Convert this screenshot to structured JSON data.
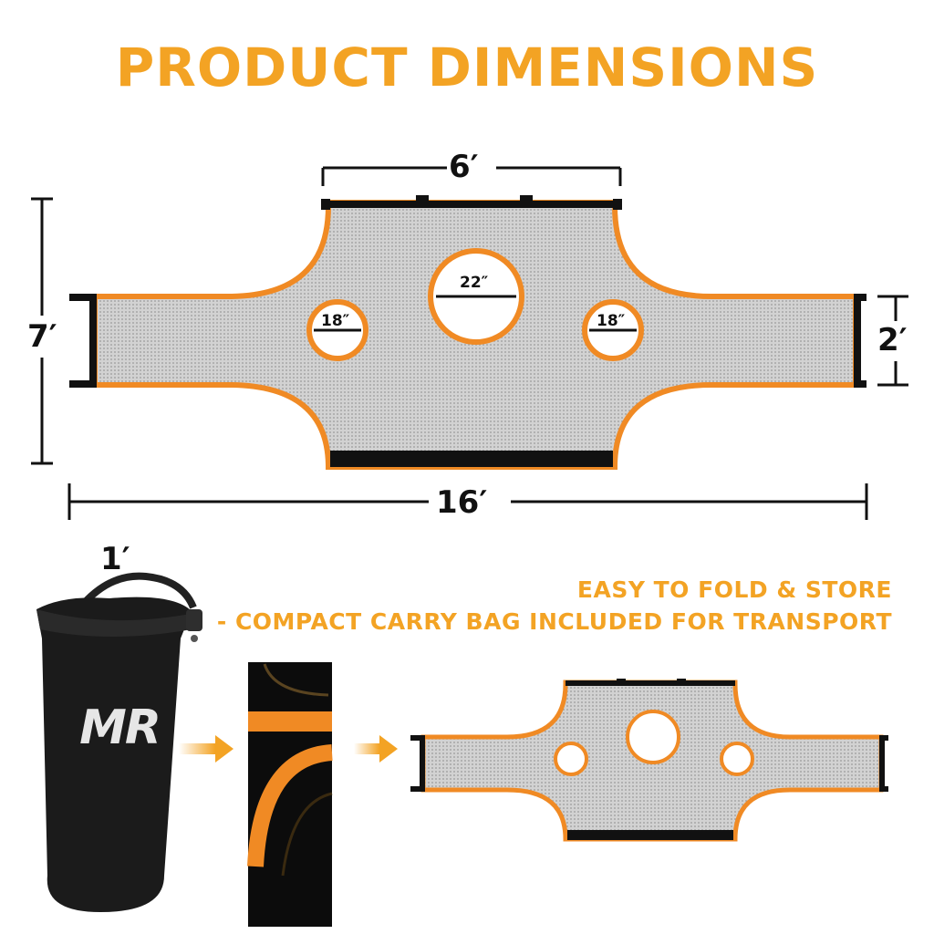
{
  "title": "PRODUCT DIMENSIONS",
  "dimensions": {
    "top_width": "6′",
    "total_width": "16′",
    "total_height": "7′",
    "side_height": "2′",
    "bag_width": "1′"
  },
  "holes": {
    "center": "22″",
    "left": "18″",
    "right": "18″"
  },
  "brand": "MR",
  "tagline": {
    "line1": "EASY TO FOLD & STORE",
    "line2": "- COMPACT CARRY BAG INCLUDED FOR TRANSPORT"
  },
  "colors": {
    "accent": "#f3a324",
    "net_border": "#f08a24",
    "mesh": "#c8c8c8",
    "dark": "#111111"
  },
  "icons": [
    "arrow-right-icon",
    "arrow-right-icon"
  ]
}
